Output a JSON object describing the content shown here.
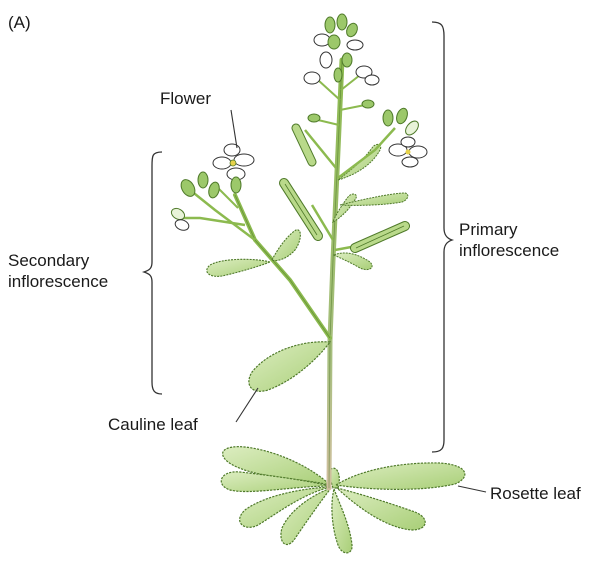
{
  "figure": {
    "panel_label": "(A)",
    "labels": {
      "flower": "Flower",
      "secondary_line1": "Secondary",
      "secondary_line2": "inflorescence",
      "primary_line1": "Primary",
      "primary_line2": "inflorescence",
      "cauline_leaf": "Cauline leaf",
      "rosette_leaf": "Rosette leaf"
    },
    "colors": {
      "leaf_fill": "#b9d98a",
      "leaf_highlight": "#dcedc0",
      "leaf_outline": "#4f7a2a",
      "stem": "#8cba4f",
      "stem_base": "#d2bfa0",
      "petal": "#ffffff",
      "bud": "#9cc86a",
      "line": "#333333"
    }
  }
}
